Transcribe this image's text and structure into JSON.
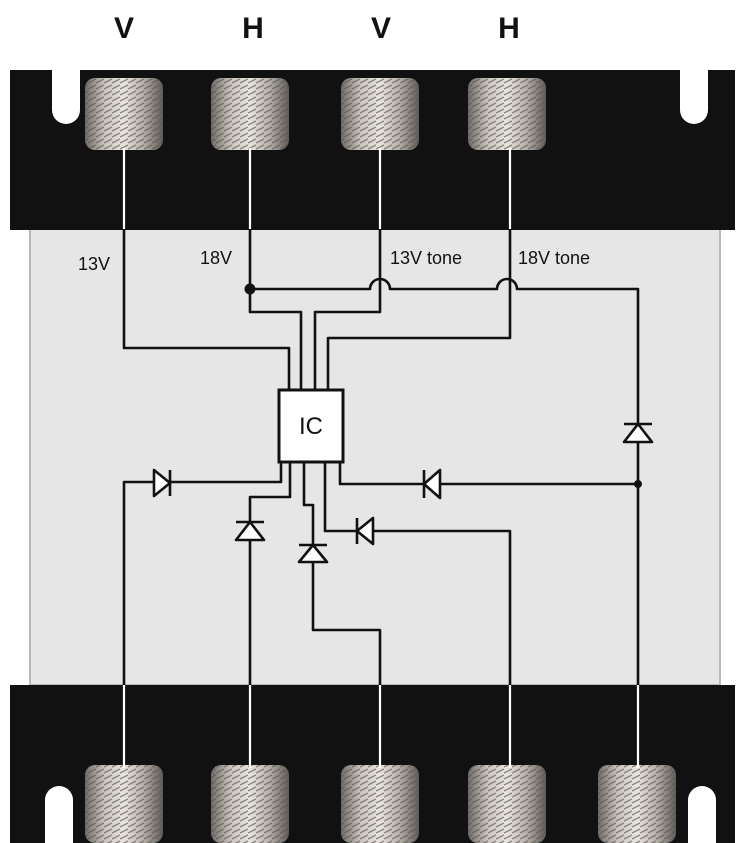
{
  "polarity_labels": {
    "v1": "V",
    "h1": "H",
    "v2": "V",
    "h2": "H"
  },
  "voltage_labels": {
    "v13": "13V",
    "v18": "18V",
    "v13tone": "13V tone",
    "v18tone": "18V tone"
  },
  "ic_label": "IC",
  "inputs_top_count": 4,
  "outputs_bottom_count": 5,
  "colors": {
    "plate": "#e6e6e6",
    "bar": "#111111",
    "wire": "#111111",
    "connector": "#9a9590"
  }
}
